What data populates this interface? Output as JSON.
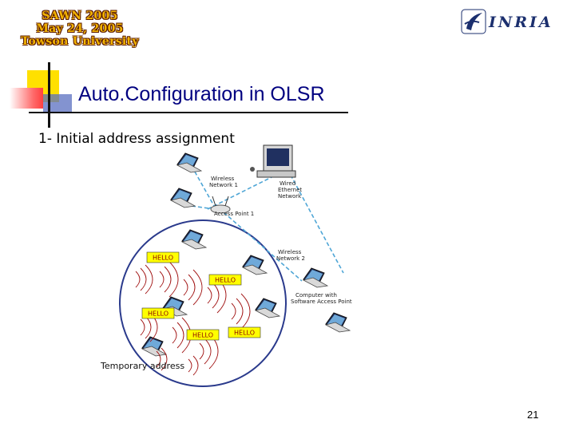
{
  "header": {
    "conf_lines": [
      "SAWN 2005",
      "May 24, 2005",
      "Towson University"
    ],
    "org_logo": "INRIA"
  },
  "slide": {
    "title": "Auto.Configuration in OLSR",
    "subtitle": "1- Initial address assignment",
    "page_number": "21"
  },
  "diagram": {
    "network_labels": {
      "wireless1": [
        "Wireless",
        "Network 1"
      ],
      "wired": [
        "Wired",
        "Ethernet",
        "Network"
      ],
      "ap1": "Access Point 1",
      "wireless2": [
        "Wireless",
        "Network 2"
      ],
      "computer_ap": [
        "Computer with",
        "Software Access Point"
      ]
    },
    "hello_label": "HELLO",
    "temp_address": "Temporary address",
    "colors": {
      "circle": "#2a3a8c",
      "hello_fill": "#ffff00",
      "hello_text": "#8b0000",
      "waves": "#a01010",
      "dashed_link": "#4fa6d6"
    }
  }
}
